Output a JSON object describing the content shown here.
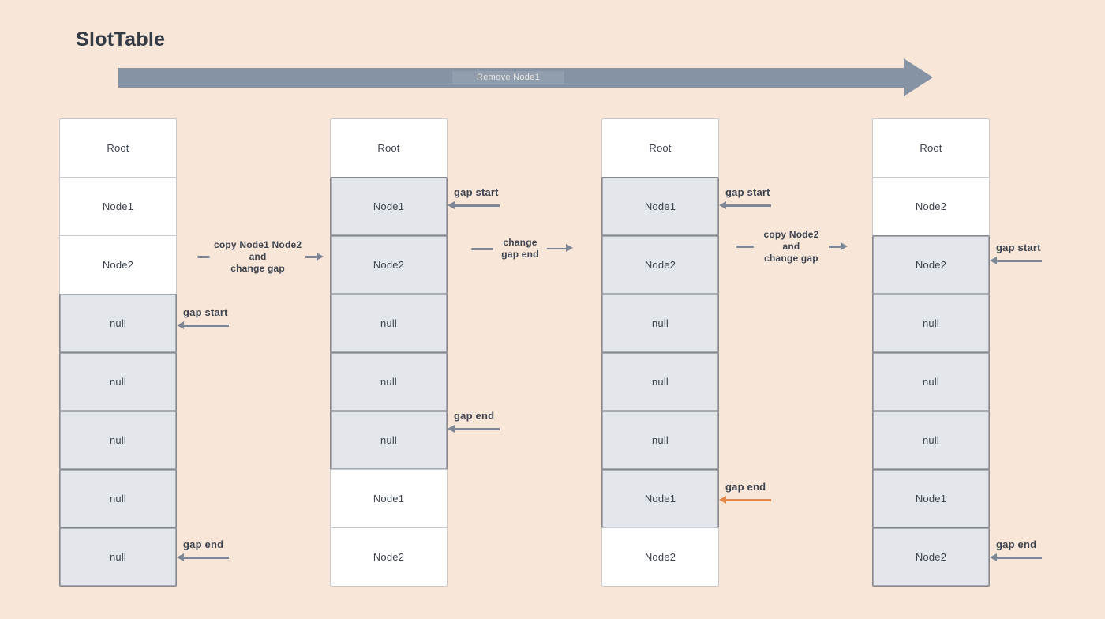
{
  "title": "SlotTable",
  "process_arrow": {
    "label": "Remove Node1"
  },
  "colors": {
    "background": "#f8e6d9",
    "process_arrow": "#8593a4",
    "cell_used_fill": "#ffffff",
    "cell_used_border": "#c6cad0",
    "cell_gap_fill": "#e3e6ea",
    "cell_gap_border": "#84888f",
    "text": "#3d4450",
    "pointer_arrow": "#7d8695",
    "pointer_arrow_highlight": "#e3874a"
  },
  "columns": [
    {
      "cells": [
        {
          "label": "Root",
          "state": "used"
        },
        {
          "label": "Node1",
          "state": "used"
        },
        {
          "label": "Node2",
          "state": "used"
        },
        {
          "label": "null",
          "state": "gap"
        },
        {
          "label": "null",
          "state": "gap"
        },
        {
          "label": "null",
          "state": "gap"
        },
        {
          "label": "null",
          "state": "gap"
        },
        {
          "label": "null",
          "state": "gap"
        }
      ],
      "gap_start": {
        "label": "gap start",
        "cell_index": 3,
        "style": "normal"
      },
      "gap_end": {
        "label": "gap end",
        "cell_index": 7,
        "style": "normal"
      }
    },
    {
      "cells": [
        {
          "label": "Root",
          "state": "used"
        },
        {
          "label": "Node1",
          "state": "gap"
        },
        {
          "label": "Node2",
          "state": "gap"
        },
        {
          "label": "null",
          "state": "gap"
        },
        {
          "label": "null",
          "state": "gap"
        },
        {
          "label": "null",
          "state": "gap"
        },
        {
          "label": "Node1",
          "state": "used"
        },
        {
          "label": "Node2",
          "state": "used"
        }
      ],
      "gap_start": {
        "label": "gap start",
        "cell_index": 1,
        "style": "normal"
      },
      "gap_end": {
        "label": "gap end",
        "cell_index": 5,
        "style": "normal"
      }
    },
    {
      "cells": [
        {
          "label": "Root",
          "state": "used"
        },
        {
          "label": "Node1",
          "state": "gap"
        },
        {
          "label": "Node2",
          "state": "gap"
        },
        {
          "label": "null",
          "state": "gap"
        },
        {
          "label": "null",
          "state": "gap"
        },
        {
          "label": "null",
          "state": "gap"
        },
        {
          "label": "Node1",
          "state": "gap"
        },
        {
          "label": "Node2",
          "state": "used"
        }
      ],
      "gap_start": {
        "label": "gap start",
        "cell_index": 1,
        "style": "normal"
      },
      "gap_end": {
        "label": "gap end",
        "cell_index": 6,
        "style": "highlight"
      }
    },
    {
      "cells": [
        {
          "label": "Root",
          "state": "used"
        },
        {
          "label": "Node2",
          "state": "used"
        },
        {
          "label": "Node2",
          "state": "gap"
        },
        {
          "label": "null",
          "state": "gap"
        },
        {
          "label": "null",
          "state": "gap"
        },
        {
          "label": "null",
          "state": "gap"
        },
        {
          "label": "Node1",
          "state": "gap"
        },
        {
          "label": "Node2",
          "state": "gap"
        }
      ],
      "gap_start": {
        "label": "gap start",
        "cell_index": 2,
        "style": "normal"
      },
      "gap_end": {
        "label": "gap end",
        "cell_index": 7,
        "style": "normal"
      }
    }
  ],
  "transitions": [
    {
      "lines": [
        "copy Node1 Node2",
        "and",
        "change gap"
      ]
    },
    {
      "lines": [
        "change",
        "gap end"
      ]
    },
    {
      "lines": [
        "copy Node2",
        "and",
        "change gap"
      ]
    }
  ]
}
